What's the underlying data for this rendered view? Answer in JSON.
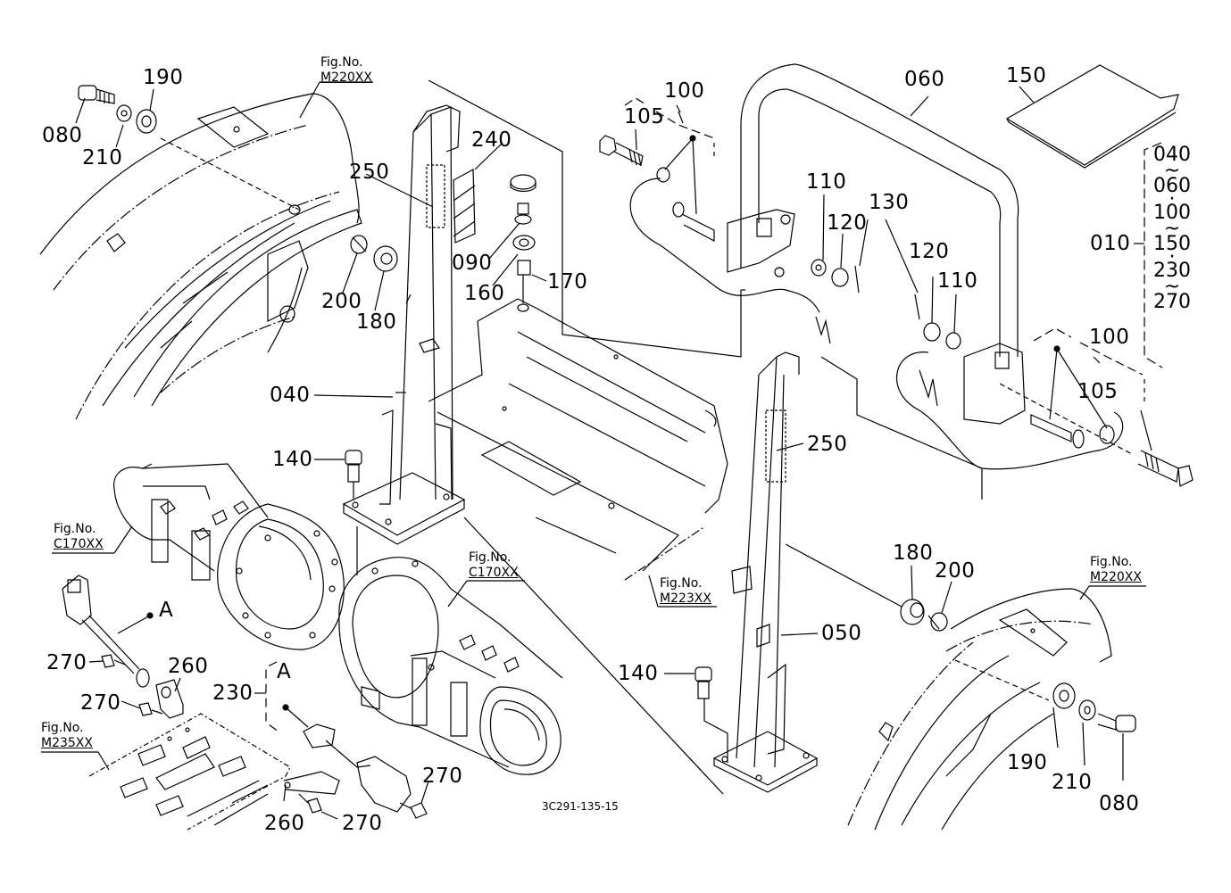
{
  "diagram": {
    "type": "exploded-parts-diagram",
    "drawing_number": "3C291-135-15",
    "fig_references": [
      {
        "label": "Fig.No.",
        "code": "M220XX",
        "position": "top-left"
      },
      {
        "label": "Fig.No.",
        "code": "C170XX",
        "position": "left"
      },
      {
        "label": "Fig.No.",
        "code": "M235XX",
        "position": "bottom-left"
      },
      {
        "label": "Fig.No.",
        "code": "C170XX",
        "position": "center"
      },
      {
        "label": "Fig.No.",
        "code": "M223XX",
        "position": "center"
      },
      {
        "label": "Fig.No.",
        "code": "M220XX",
        "position": "right"
      }
    ],
    "part_labels": {
      "p080_left": "080",
      "p210_left": "210",
      "p190_left": "190",
      "p250_upper": "250",
      "p240": "240",
      "p200_left": "200",
      "p180_left": "180",
      "p090": "090",
      "p160": "160",
      "p170": "170",
      "p040": "040",
      "p140_left": "140",
      "p100_upper": "100",
      "p105_upper": "105",
      "p060": "060",
      "p150": "150",
      "p110_a": "110",
      "p120_a": "120",
      "p130": "130",
      "p120_b": "120",
      "p110_b": "110",
      "p250_lower": "250",
      "p100_lower": "100",
      "p105_lower": "105",
      "p180_right": "180",
      "p200_right": "200",
      "p050": "050",
      "p140_right": "140",
      "p190_right": "190",
      "p210_right": "210",
      "p080_right": "080",
      "p270_a": "270",
      "p260_a": "260",
      "p270_b": "270",
      "p230": "230",
      "p270_c": "270",
      "p270_d": "270",
      "p260_b": "260",
      "detail_a_1": "A",
      "detail_a_2": "A"
    },
    "assembly_bracket": {
      "label": "010",
      "ranges": [
        "040",
        "~",
        "060",
        "·",
        "100",
        "~",
        "150",
        "·",
        "230",
        "~",
        "270"
      ]
    }
  }
}
